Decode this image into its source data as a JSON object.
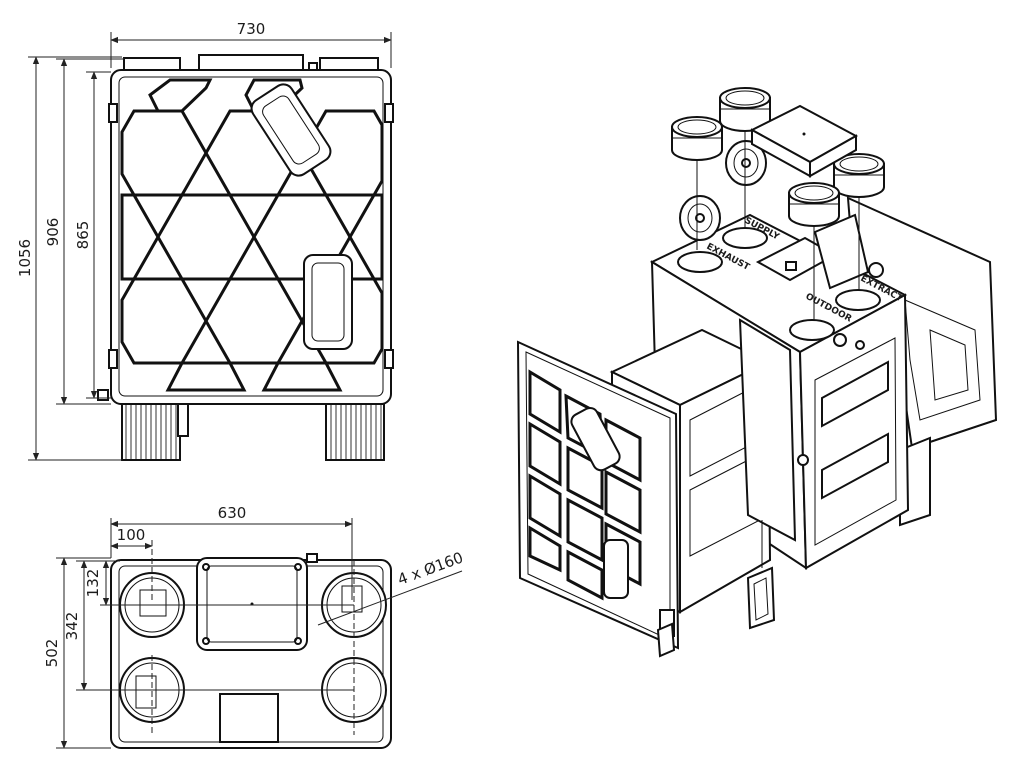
{
  "front_view": {
    "width_label": "730",
    "height_total_label": "1056",
    "height_body_label": "906",
    "height_inner_label": "865"
  },
  "top_view": {
    "width_label": "630",
    "offset_x_label": "100",
    "offset_y_label": "132",
    "depth_mid_label": "342",
    "depth_total_label": "502",
    "port_callout": "4 x Ø160"
  },
  "iso_view": {
    "port_labels": [
      "SUPPLY",
      "EXHAUST",
      "OUTDOOR",
      "EXTRACT"
    ]
  }
}
